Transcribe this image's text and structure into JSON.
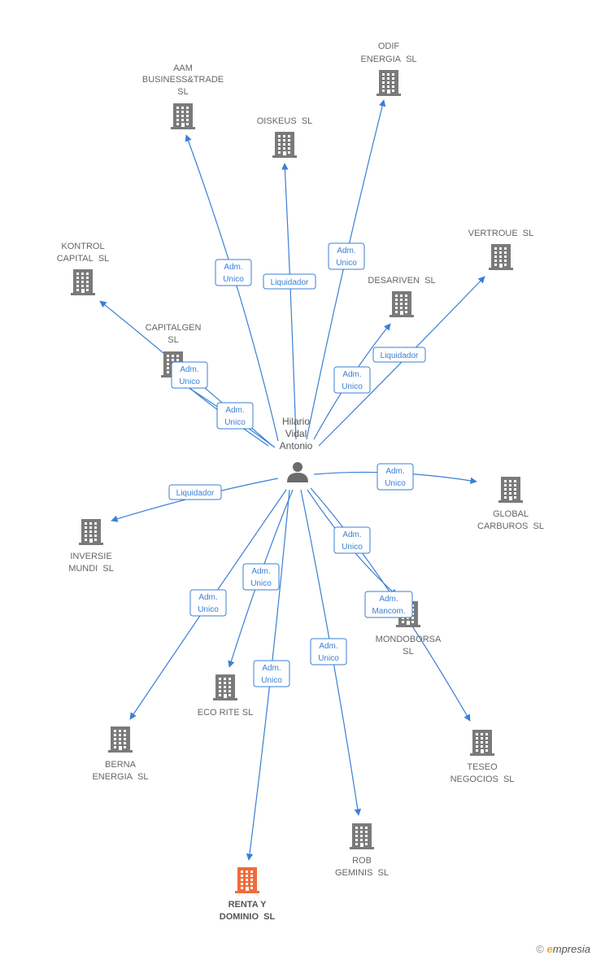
{
  "person": {
    "lines": [
      "Hilario",
      "Vidal",
      "Antonio"
    ]
  },
  "colors": {
    "edge": "#3a7fd5",
    "company": "#7a7a7a",
    "primary": "#f26b3a"
  },
  "companies": [
    {
      "id": "aam",
      "lines": [
        "AAM",
        "BUSINESS&TRADE",
        "SL"
      ]
    },
    {
      "id": "odif",
      "lines": [
        "ODIF",
        "ENERGIA SL"
      ]
    },
    {
      "id": "oiskeus",
      "lines": [
        "OISKEUS SL"
      ]
    },
    {
      "id": "kontrol",
      "lines": [
        "KONTROL",
        "CAPITAL SL"
      ]
    },
    {
      "id": "vertroue",
      "lines": [
        "VERTROUE SL"
      ]
    },
    {
      "id": "desariven",
      "lines": [
        "DESARIVEN SL"
      ]
    },
    {
      "id": "capitalgen",
      "lines": [
        "CAPITALGEN",
        "SL"
      ]
    },
    {
      "id": "global",
      "lines": [
        "GLOBAL",
        "CARBUROS SL"
      ]
    },
    {
      "id": "inversie",
      "lines": [
        "INVERSIE",
        "MUNDI SL"
      ]
    },
    {
      "id": "mondoborsa",
      "lines": [
        "MONDOBORSA",
        "SL"
      ]
    },
    {
      "id": "ecorite",
      "lines": [
        "ECO RITE SL"
      ]
    },
    {
      "id": "berna",
      "lines": [
        "BERNA",
        "ENERGIA SL"
      ]
    },
    {
      "id": "teseo",
      "lines": [
        "TESEO",
        "NEGOCIOS SL"
      ]
    },
    {
      "id": "rob",
      "lines": [
        "ROB",
        "GEMINIS SL"
      ]
    },
    {
      "id": "renta",
      "lines": [
        "RENTA Y",
        "DOMINIO SL"
      ],
      "primary": true
    }
  ],
  "roles": [
    {
      "id": "r-aam",
      "lines": [
        "Adm.",
        "Unico"
      ]
    },
    {
      "id": "r-oiskeus",
      "lines": [
        "Liquidador"
      ]
    },
    {
      "id": "r-odif",
      "lines": [
        "Adm.",
        "Unico"
      ]
    },
    {
      "id": "r-kontrol",
      "lines": [
        "Adm.",
        "Unico"
      ]
    },
    {
      "id": "r-capitalgen",
      "lines": [
        "Adm.",
        "Unico"
      ]
    },
    {
      "id": "r-desariven",
      "lines": [
        "Adm.",
        "Unico"
      ]
    },
    {
      "id": "r-vertroue",
      "lines": [
        "Liquidador"
      ]
    },
    {
      "id": "r-inversie",
      "lines": [
        "Liquidador"
      ]
    },
    {
      "id": "r-global",
      "lines": [
        "Adm.",
        "Unico"
      ]
    },
    {
      "id": "r-mondo1",
      "lines": [
        "Adm.",
        "Unico"
      ]
    },
    {
      "id": "r-mondo2",
      "lines": [
        "Adm.",
        "Mancom."
      ]
    },
    {
      "id": "r-ecorite",
      "lines": [
        "Adm.",
        "Unico"
      ]
    },
    {
      "id": "r-berna",
      "lines": [
        "Adm.",
        "Unico"
      ]
    },
    {
      "id": "r-renta",
      "lines": [
        "Adm.",
        "Unico"
      ]
    },
    {
      "id": "r-rob",
      "lines": [
        "Adm.",
        "Unico"
      ]
    }
  ],
  "footer": {
    "copyright": "©",
    "brand_initial": "e",
    "brand_rest": "mpresia"
  }
}
